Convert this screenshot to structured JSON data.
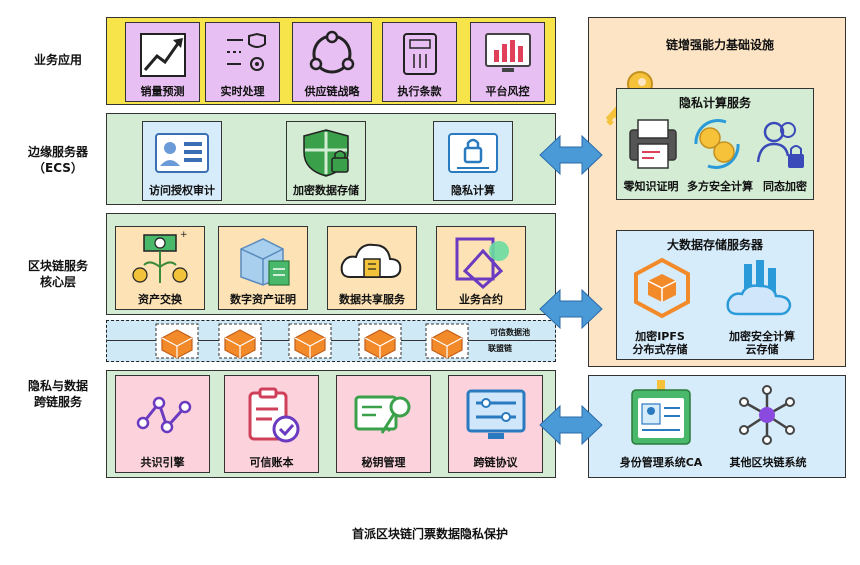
{
  "rows": {
    "app": "业务应用",
    "ecs": "边缘服务器\n（ECS）",
    "core": "区块链服务\n核心层",
    "cross": "隐私与数据\n跨链服务"
  },
  "app_items": [
    "销量预测",
    "实时处理",
    "供应链战略",
    "执行条款",
    "平台风控"
  ],
  "ecs_items": [
    "访问授权审计",
    "加密数据存储",
    "隐私计算"
  ],
  "core_items": [
    "资产交换",
    "数字资产证明",
    "数据共享服务",
    "业务合约"
  ],
  "chain_labels": [
    "可信数据池",
    "联盟链"
  ],
  "cross_items": [
    "共识引擎",
    "可信账本",
    "秘钥管理",
    "跨链协议"
  ],
  "infra": {
    "title": "链增强能力基础设施",
    "privacy_title": "隐私计算服务",
    "privacy_items": [
      "零知识证明",
      "多方安全计算",
      "同态加密"
    ],
    "storage_title": "大数据存储服务器",
    "storage_items": [
      "加密IPFS\n分布式存储",
      "加密安全计算\n云存储"
    ]
  },
  "bottom_right_items": [
    "身份管理系统CA",
    "其他区块链系统"
  ],
  "caption": "首派区块链门票数据隐私保护",
  "colors": {
    "app_band": "#f7e44a",
    "app_card": "#e8bff2",
    "green_band": "#d4ecd4",
    "ecs_card": "#d6ecfb",
    "core_card": "#fde2b5",
    "chain_band": "#d0e9f6",
    "cross_card": "#fcd2dc",
    "infra_panel": "#fde4c5",
    "privacy_panel": "#d4ecd4",
    "storage_panel": "#d6ecfb",
    "ca_panel": "#d6ecfb",
    "arrow": "#4a9ad8"
  }
}
